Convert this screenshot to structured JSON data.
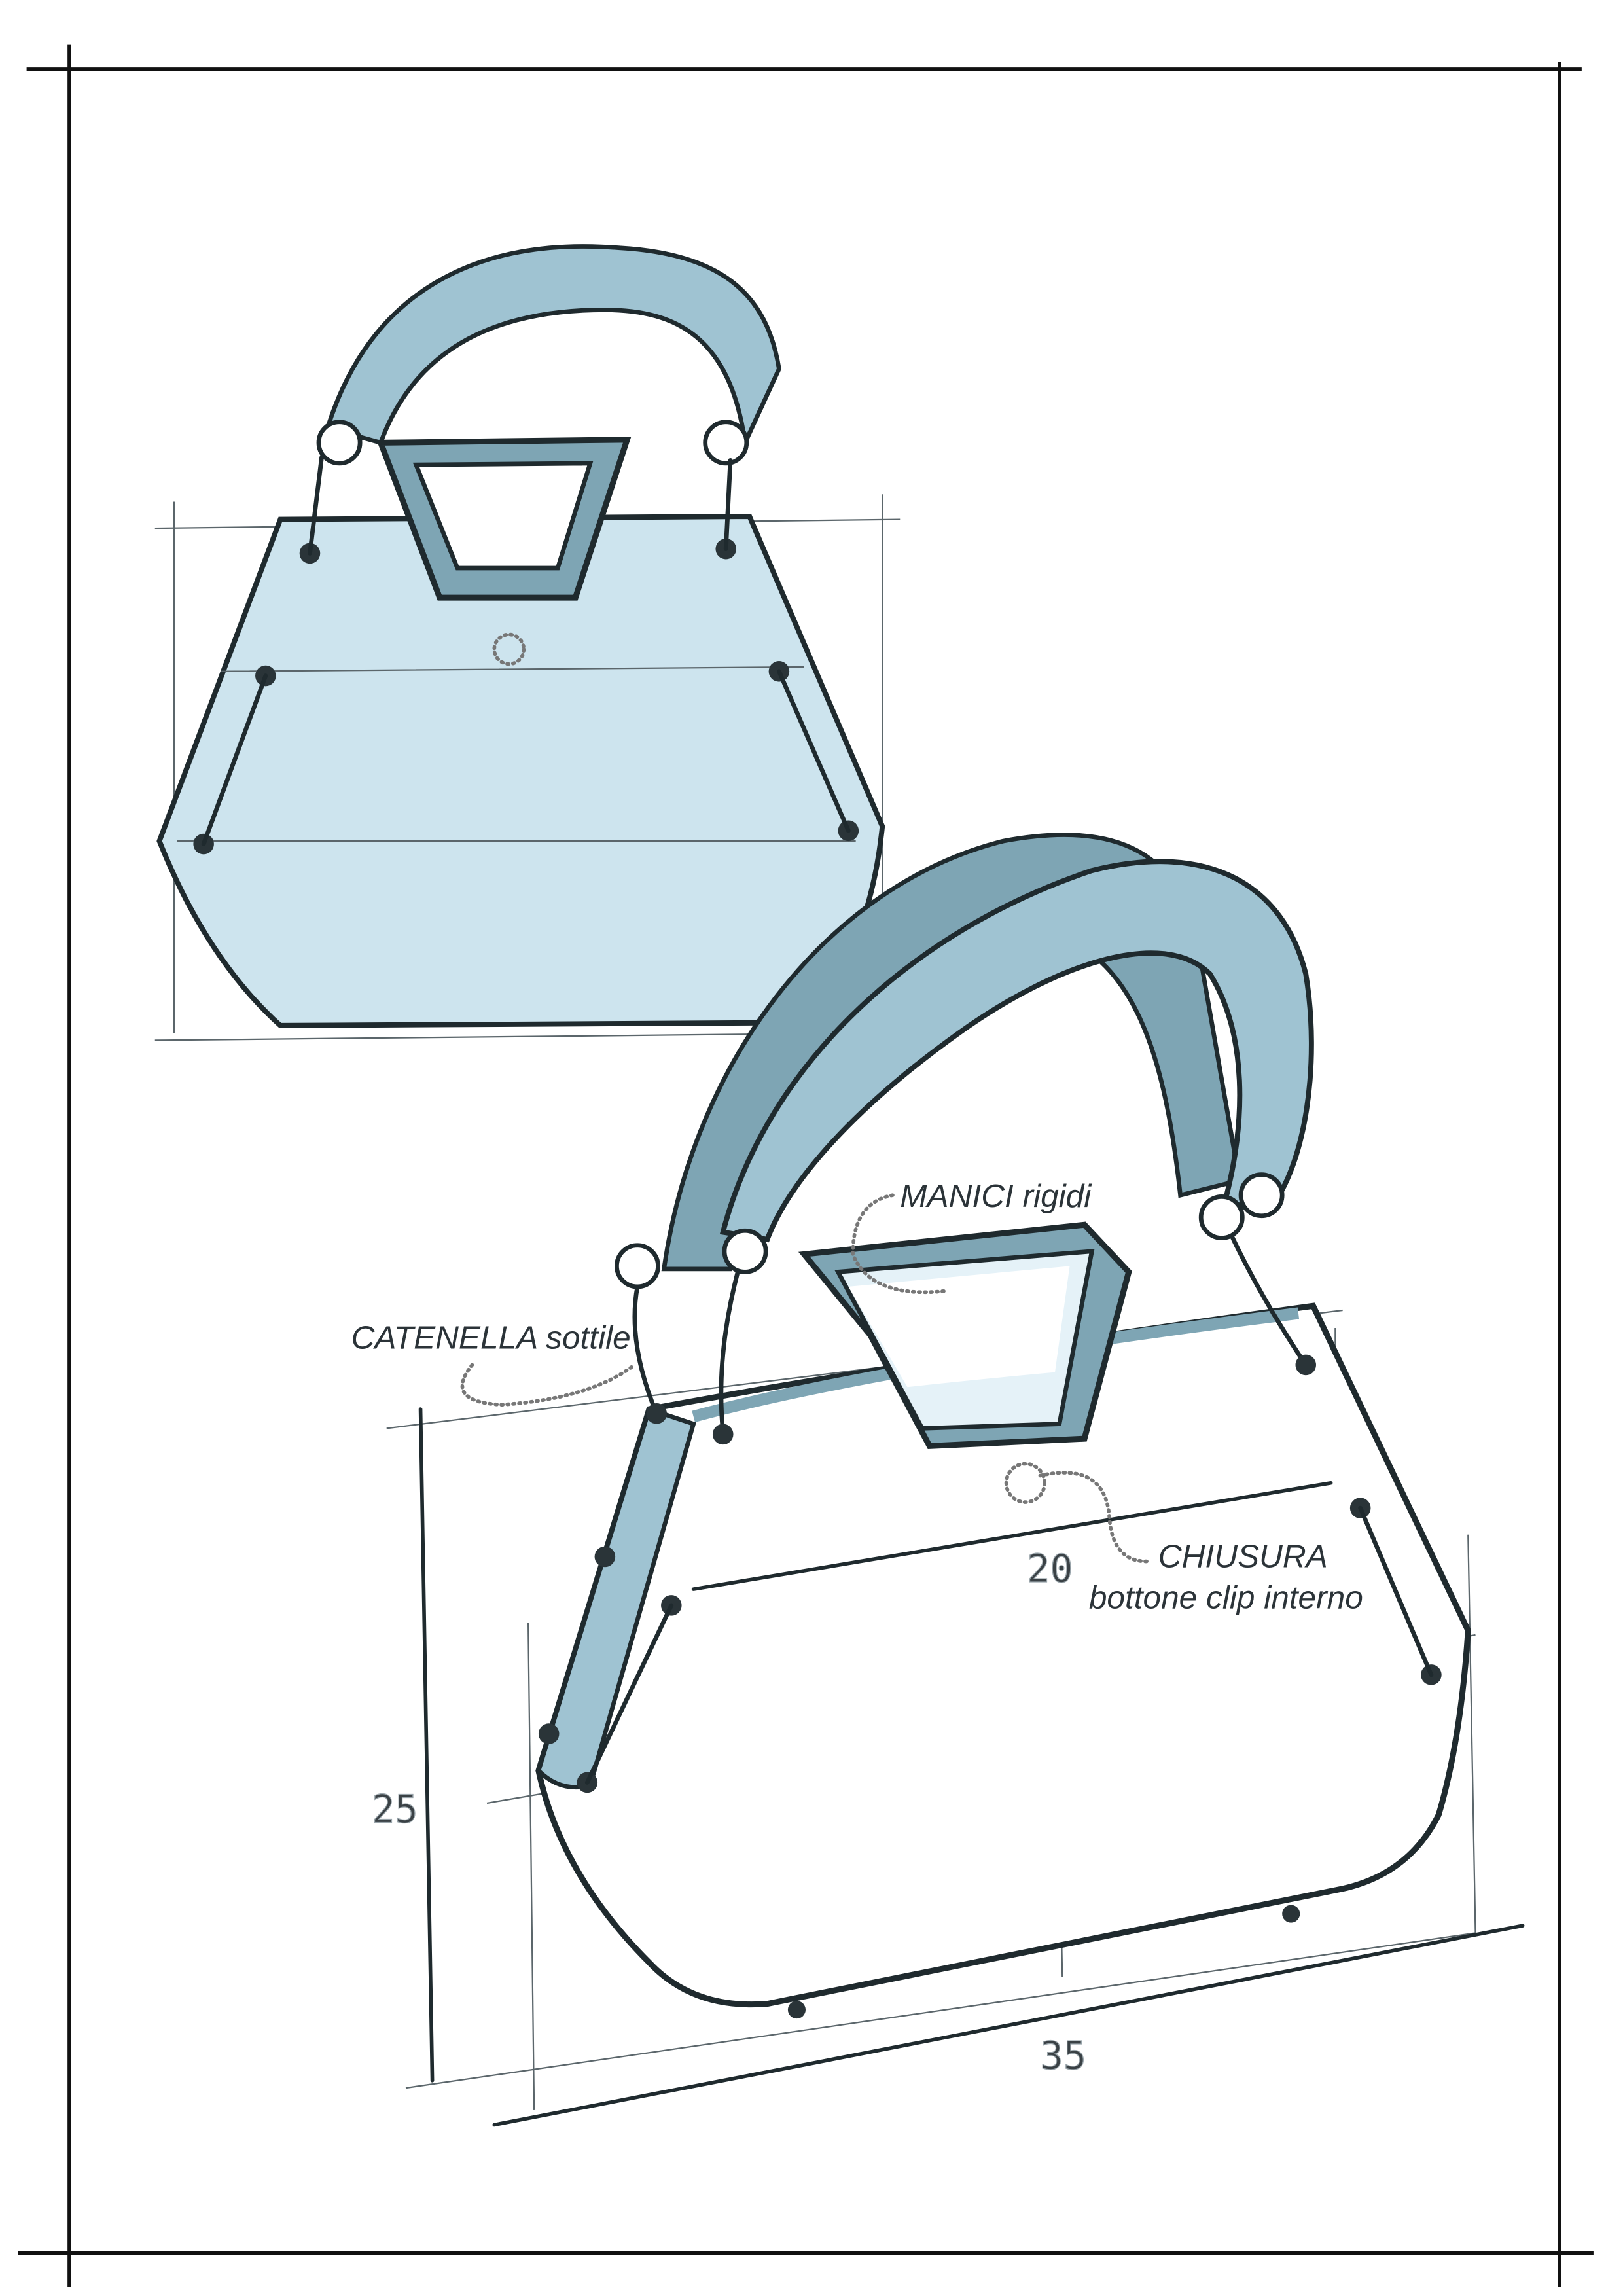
{
  "labels": {
    "chain": "CATENELLA sottile",
    "handles": "MANICI rigidi",
    "closure_title": "CHIUSURA",
    "closure_detail": "bottone clip interno"
  },
  "dimensions": {
    "height": "25",
    "width": "35",
    "depth": "20"
  },
  "colors": {
    "bag_fill": "#cde4ee",
    "strap_fill": "#9fc3d2",
    "ink": "#1f2a2e"
  }
}
